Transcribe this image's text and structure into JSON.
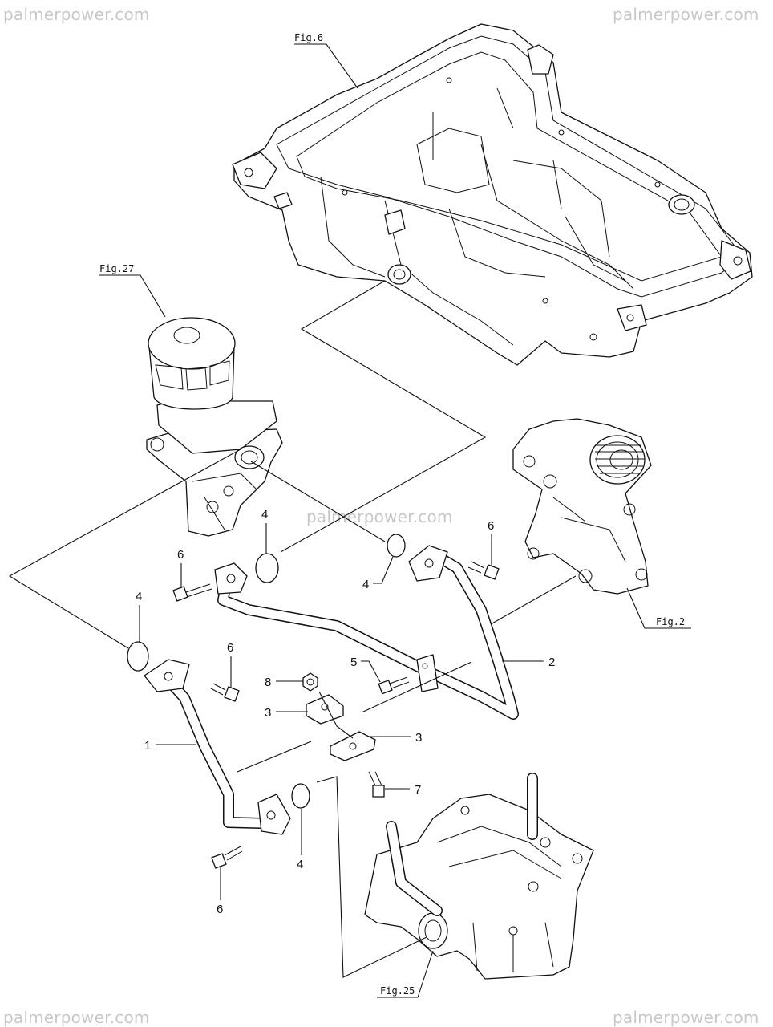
{
  "watermarks": {
    "top_left": "palmerpower.com",
    "top_right": "palmerpower.com",
    "center": "palmerpower.com",
    "bottom_left": "palmerpower.com",
    "bottom_right": "palmerpower.com"
  },
  "figure_refs": {
    "fig6": "Fig.6",
    "fig27": "Fig.27",
    "fig2": "Fig.2",
    "fig25": "Fig.25"
  },
  "callouts": {
    "c1": "1",
    "c2": "2",
    "c3a": "3",
    "c3b": "3",
    "c4a": "4",
    "c4b": "4",
    "c4c": "4",
    "c4d": "4",
    "c5": "5",
    "c6a": "6",
    "c6b": "6",
    "c6c": "6",
    "c6d": "6",
    "c7": "7",
    "c8": "8"
  }
}
